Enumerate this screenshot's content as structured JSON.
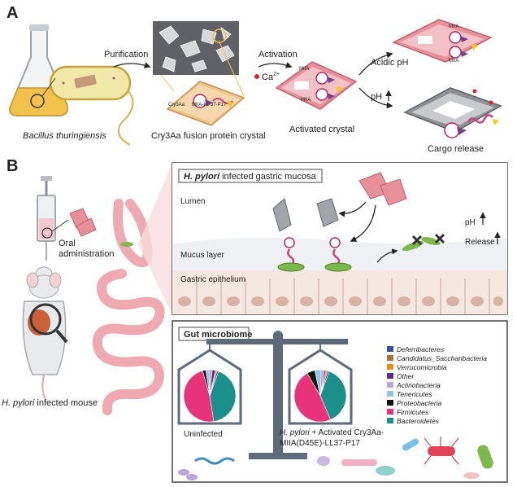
{
  "panel_a": {
    "letter": "A",
    "organism": "Bacillus thuringiensis",
    "step_purification": "Purification",
    "step_activation": "Activation",
    "ion": "Ca",
    "ion_sup": "2+",
    "crystal_caption": "Cry3Aa fusion protein crystal",
    "crystal_labels": {
      "cry": "Cry3Aa",
      "cargo": "MIIA-LL-37-P17"
    },
    "activated_caption": "Activated crystal",
    "miia_small": "MIIA",
    "acidic_label": "Acidic pH",
    "ph_label": "pH",
    "cargo_caption": "Cargo release"
  },
  "panel_b": {
    "letter": "B",
    "oral_admin": [
      "Oral",
      "administration"
    ],
    "mouse_caption_italic": "H. pylori",
    "mouse_caption_rest": " infected mouse",
    "mucosa_title_italic": "H. pylori",
    "mucosa_title_rest": " infected gastric mucosa",
    "lumen": "Lumen",
    "mucus": "Mucus layer",
    "epithelium": "Gastric epithelium",
    "ph_label": "pH",
    "release_label": "Release",
    "microbiome_title": "Gut microbiome",
    "uninfected": "Uninfected",
    "treated_italic": "H. pylori",
    "treated_rest": " + Activated Cry3Aa-",
    "treated_line2": "MIIA(D45E)-LL37-P17",
    "legend": [
      {
        "name": "Deferribacteres",
        "color": "#3b4fa8"
      },
      {
        "name": "Candidatus_Saccharibacteria",
        "color": "#a0723c"
      },
      {
        "name": "Verrucomicrobia",
        "color": "#f08a1c"
      },
      {
        "name": "Other",
        "color": "#5a2d82"
      },
      {
        "name": "Actinobacteria",
        "color": "#b8a6d6"
      },
      {
        "name": "Tenericutes",
        "color": "#8fc7ea"
      },
      {
        "name": "Proteobacteria",
        "color": "#111111"
      },
      {
        "name": "Firmicutes",
        "color": "#e8337a"
      },
      {
        "name": "Bacteroidetes",
        "color": "#1b8f8a"
      }
    ],
    "pie_uninfected": [
      {
        "name": "Bacteroidetes",
        "value": 42
      },
      {
        "name": "Firmicutes",
        "value": 48
      },
      {
        "name": "Proteobacteria",
        "value": 2
      },
      {
        "name": "Tenericutes",
        "value": 2
      },
      {
        "name": "Actinobacteria",
        "value": 2
      },
      {
        "name": "Other",
        "value": 2
      },
      {
        "name": "Verrucomicrobia",
        "value": 1
      },
      {
        "name": "Deferribacteres",
        "value": 1
      }
    ],
    "pie_treated": [
      {
        "name": "Bacteroidetes",
        "value": 38
      },
      {
        "name": "Firmicutes",
        "value": 48
      },
      {
        "name": "Proteobacteria",
        "value": 5
      },
      {
        "name": "Tenericutes",
        "value": 4
      },
      {
        "name": "Actinobacteria",
        "value": 2
      },
      {
        "name": "Other",
        "value": 1
      },
      {
        "name": "Verrucomicrobia",
        "value": 1
      },
      {
        "name": "Deferribacteres",
        "value": 1
      }
    ]
  }
}
